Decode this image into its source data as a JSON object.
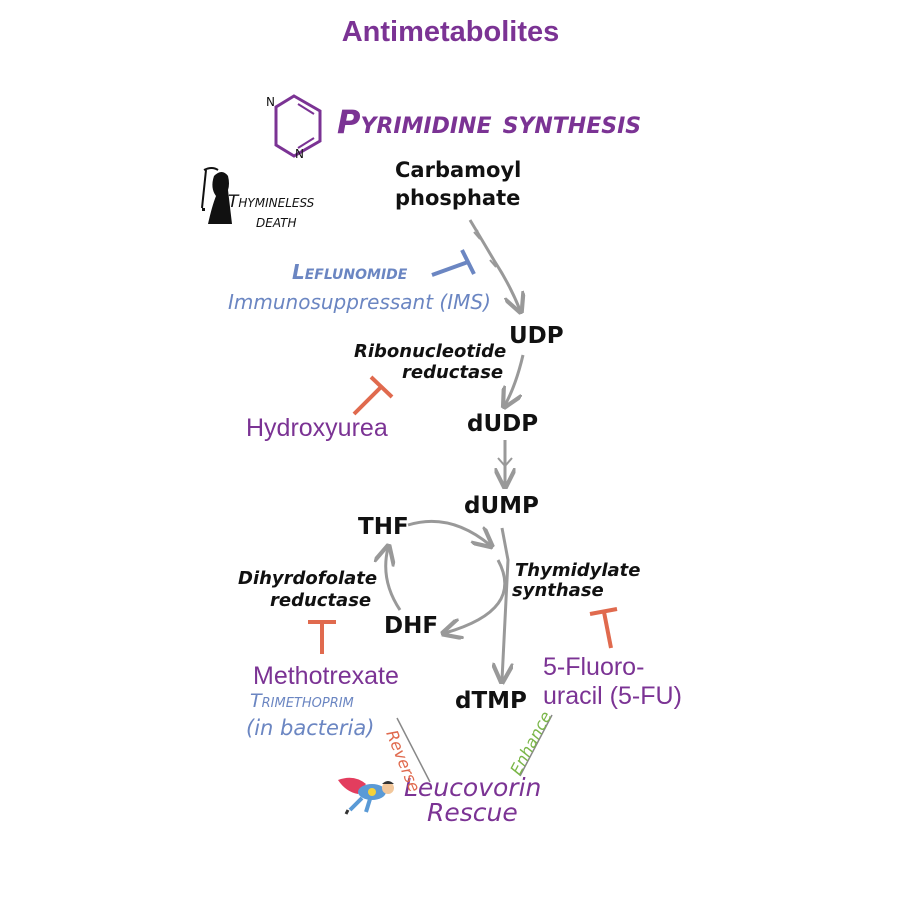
{
  "title": "Antimetabolites",
  "colors": {
    "purple": "#7b3394",
    "blue": "#6b86c2",
    "red": "#e06a4e",
    "green": "#7ab648",
    "black": "#111111",
    "arrow": "#999999"
  },
  "section": {
    "heading": "Pyrimidine synthesis",
    "ring_n_top": "N",
    "ring_n_bottom": "N"
  },
  "thymineless": {
    "line1": "Thymineless",
    "line2": "death",
    "icon": "grim-reaper-icon"
  },
  "pathway": {
    "carbamoyl_line1": "Carbamoyl",
    "carbamoyl_line2": "phosphate",
    "udp": "UDP",
    "dudp": "dUDP",
    "dump": "dUMP",
    "dtmp": "dTMP",
    "thf": "THF",
    "dhf": "DHF"
  },
  "enzymes": {
    "rnr_line1": "Ribonucleotide",
    "rnr_line2": "reductase",
    "ts_line1": "Thymidylate",
    "ts_line2": "synthase",
    "dhfr_line1": "Dihyrdofolate",
    "dhfr_line2": "reductase"
  },
  "drugs": {
    "leflunomide": "Leflunomide",
    "leflunomide_note": "Immunosuppressant (IMS)",
    "hydroxyurea": "Hydroxyurea",
    "methotrexate": "Methotrexate",
    "trimethoprim": "Trimethoprim",
    "trimethoprim_note": "(in bacteria)",
    "fu_line1": "5-Fluoro-",
    "fu_line2": "uracil (5-FU)"
  },
  "leucovorin": {
    "line1": "Leucovorin",
    "line2": "Rescue",
    "reverse": "Reverse",
    "enhance": "Enhance",
    "icon": "superhero-icon"
  }
}
